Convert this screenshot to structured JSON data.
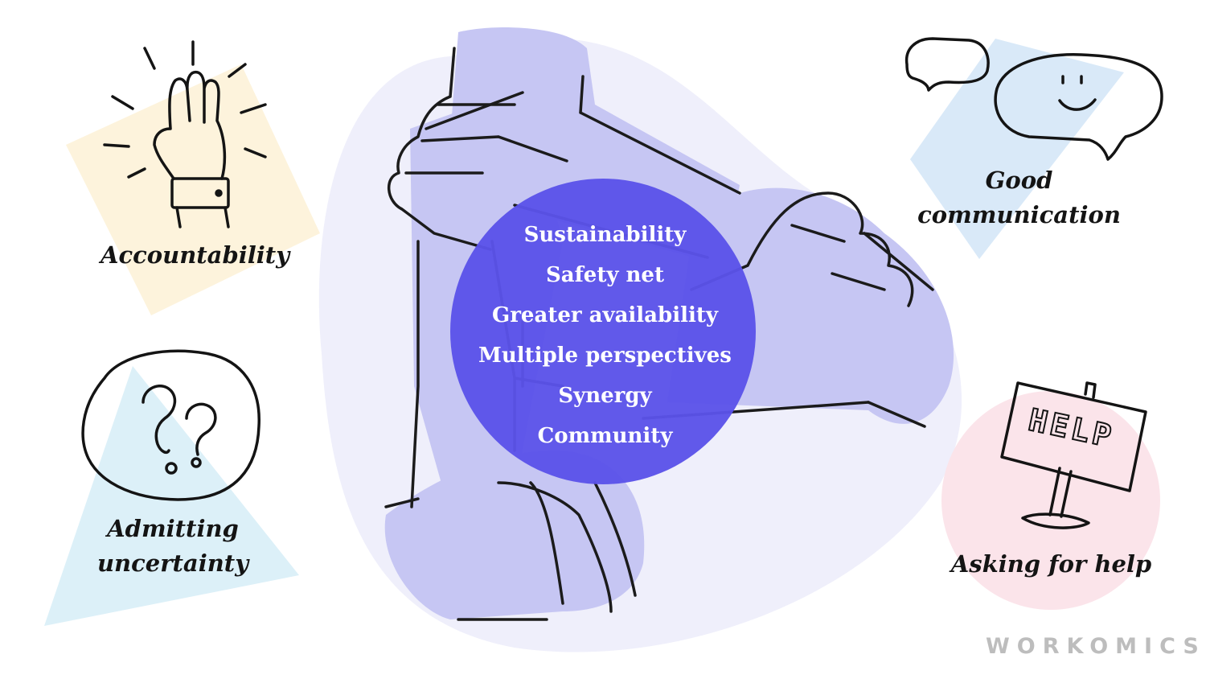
{
  "center_items": [
    "Sustainability",
    "Safety net",
    "Greater availability",
    "Multiple perspectives",
    "Synergy",
    "Community"
  ],
  "callouts": {
    "accountability": "Accountability",
    "admitting_uncertainty": [
      "Admitting",
      "uncertainty"
    ],
    "good_communication": [
      "Good",
      "communication"
    ],
    "asking_for_help": "Asking for help",
    "help_sign_text": "HELP"
  },
  "brand": {
    "logo_text": "WORKOMICS"
  },
  "icons": {
    "accountability": "raised-hand-icon",
    "admitting_uncertainty": "question-marks-bubble-icon",
    "good_communication": "speech-bubbles-icon",
    "asking_for_help": "help-sign-icon",
    "center": "stacked-hands-icon"
  },
  "colors": {
    "blob": "#efeffb",
    "hands": "#c6c6f3",
    "circle": "#5b52e9",
    "accountability_bg": "#fdf3dc",
    "uncertainty_bg": "#dcf0f8",
    "communication_bg": "#d9e9f8",
    "help_bg": "#fbe4ea",
    "ink": "#141414"
  }
}
